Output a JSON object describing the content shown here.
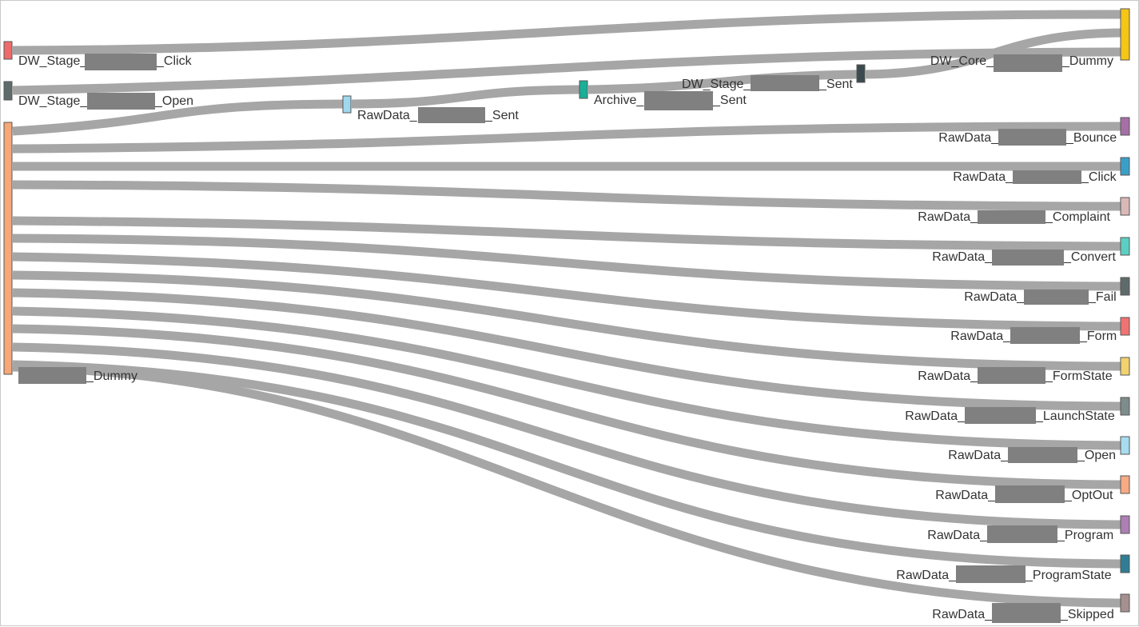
{
  "colors": {
    "link": "#a6a6a6",
    "redaction": "#808080",
    "label": "#333333"
  },
  "nodes": {
    "stage_click": {
      "prefix": "DW_Stage_",
      "suffix": "_Click",
      "color": "#ef6b6b"
    },
    "stage_open": {
      "prefix": "DW_Stage_",
      "suffix": "_Open",
      "color": "#5d6b6b"
    },
    "dummy_src": {
      "prefix": "",
      "suffix": "_Dummy",
      "color": "#f6a877"
    },
    "raw_sent": {
      "prefix": "RawData_",
      "suffix": "_Sent",
      "color": "#9fd8ef"
    },
    "archive_sent": {
      "prefix": "Archive_",
      "suffix": "_Sent",
      "color": "#1aaf98"
    },
    "stage_sent": {
      "prefix": "DW_Stage_",
      "suffix": "_Sent",
      "color": "#3b4a4f"
    },
    "core_dummy": {
      "prefix": "DW_Core_",
      "suffix": "_Dummy",
      "color": "#f5c518"
    },
    "raw_bounce": {
      "prefix": "RawData_",
      "suffix": "_Bounce",
      "color": "#a66fa6"
    },
    "raw_click": {
      "prefix": "RawData_",
      "suffix": "_Click",
      "color": "#3a9fc7"
    },
    "raw_complaint": {
      "prefix": "RawData_",
      "suffix": "_Complaint",
      "color": "#dbb8b8"
    },
    "raw_convert": {
      "prefix": "RawData_",
      "suffix": "_Convert",
      "color": "#5ccfc4"
    },
    "raw_fail": {
      "prefix": "RawData_",
      "suffix": "_Fail",
      "color": "#5f6b6b"
    },
    "raw_form": {
      "prefix": "RawData_",
      "suffix": "_Form",
      "color": "#f07373"
    },
    "raw_formstate": {
      "prefix": "RawData_",
      "suffix": "_FormState",
      "color": "#f1d26f"
    },
    "raw_launch": {
      "prefix": "RawData_",
      "suffix": "_LaunchState",
      "color": "#7f8c8c"
    },
    "raw_open": {
      "prefix": "RawData_",
      "suffix": "_Open",
      "color": "#a8dcef"
    },
    "raw_optout": {
      "prefix": "RawData_",
      "suffix": "_OptOut",
      "color": "#f7aa84"
    },
    "raw_program": {
      "prefix": "RawData_",
      "suffix": "_Program",
      "color": "#ad7fb4"
    },
    "raw_progstate": {
      "prefix": "RawData_",
      "suffix": "_ProgramState",
      "color": "#2f7d94"
    },
    "raw_skipped": {
      "prefix": "RawData_",
      "suffix": "_Skipped",
      "color": "#a88f8f"
    }
  },
  "links": [
    {
      "from": "stage_click",
      "to": "core_dummy"
    },
    {
      "from": "stage_open",
      "to": "core_dummy"
    },
    {
      "from": "dummy_src",
      "to": "raw_sent"
    },
    {
      "from": "raw_sent",
      "to": "archive_sent"
    },
    {
      "from": "archive_sent",
      "to": "stage_sent"
    },
    {
      "from": "stage_sent",
      "to": "core_dummy"
    },
    {
      "from": "dummy_src",
      "to": "raw_bounce"
    },
    {
      "from": "dummy_src",
      "to": "raw_click"
    },
    {
      "from": "dummy_src",
      "to": "raw_complaint"
    },
    {
      "from": "dummy_src",
      "to": "raw_convert"
    },
    {
      "from": "dummy_src",
      "to": "raw_fail"
    },
    {
      "from": "dummy_src",
      "to": "raw_form"
    },
    {
      "from": "dummy_src",
      "to": "raw_formstate"
    },
    {
      "from": "dummy_src",
      "to": "raw_launch"
    },
    {
      "from": "dummy_src",
      "to": "raw_open"
    },
    {
      "from": "dummy_src",
      "to": "raw_optout"
    },
    {
      "from": "dummy_src",
      "to": "raw_program"
    },
    {
      "from": "dummy_src",
      "to": "raw_progstate"
    },
    {
      "from": "dummy_src",
      "to": "raw_skipped"
    }
  ]
}
